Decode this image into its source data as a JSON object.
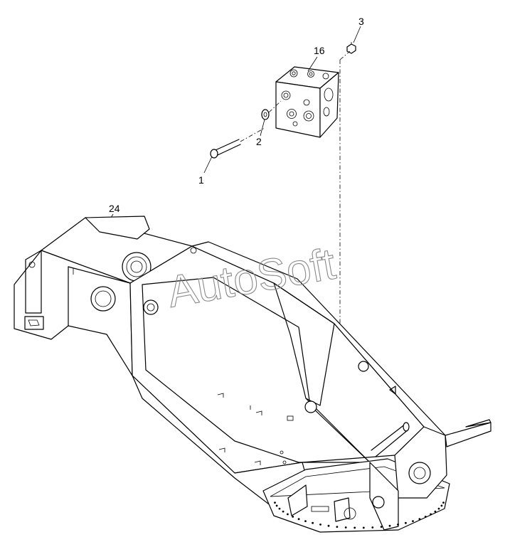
{
  "callouts": {
    "c1": "1",
    "c2": "2",
    "c3": "3",
    "c16": "16",
    "c24": "24"
  },
  "watermark": "AutoSoft"
}
